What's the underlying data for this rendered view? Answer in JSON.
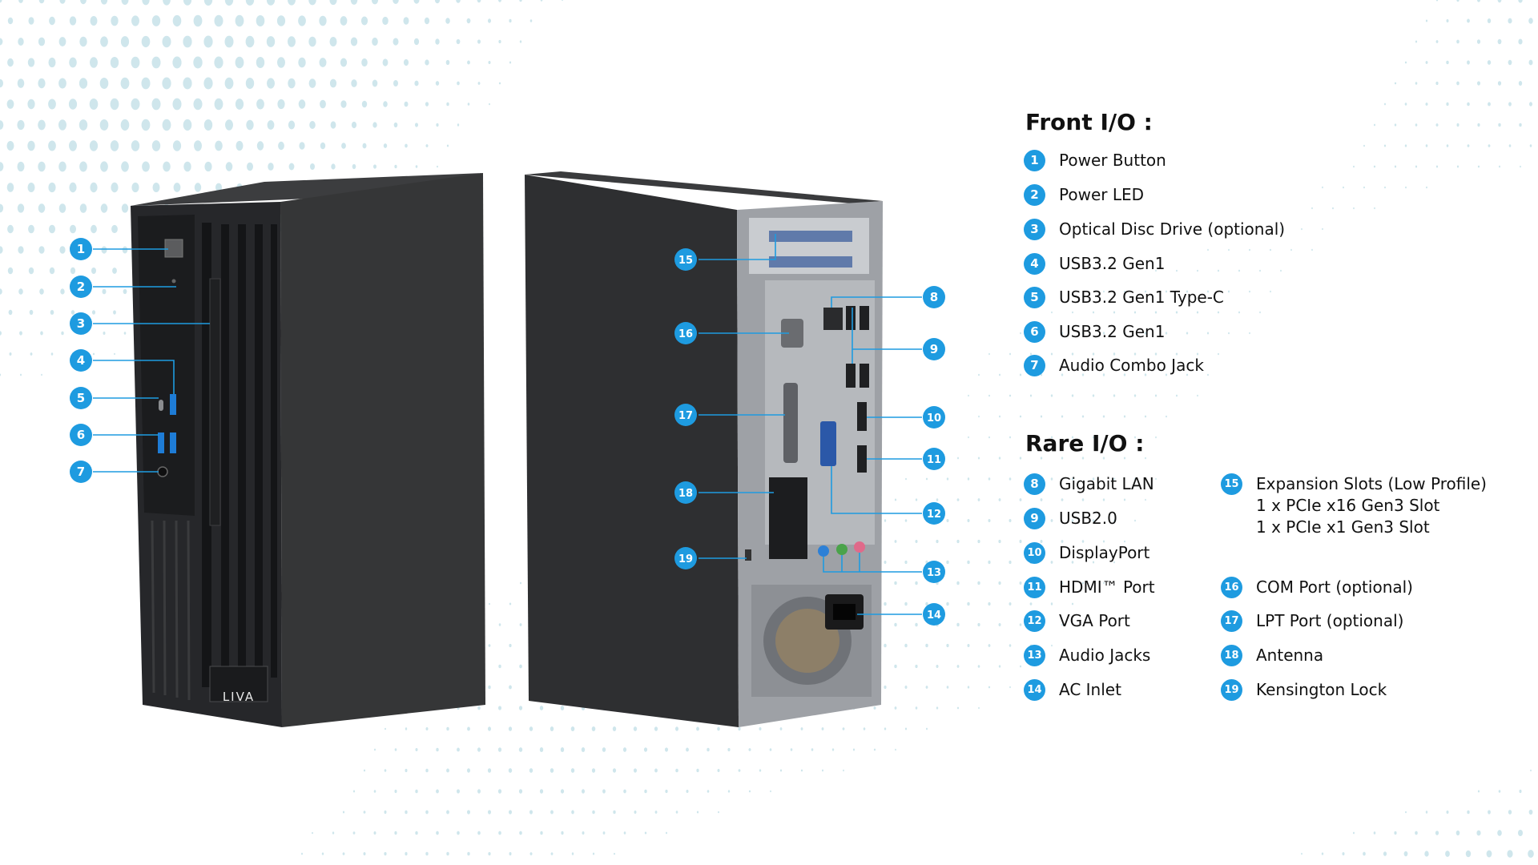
{
  "front_io": {
    "title": "Front I/O :",
    "items": [
      {
        "num": "1",
        "label": "Power Button"
      },
      {
        "num": "2",
        "label": "Power LED"
      },
      {
        "num": "3",
        "label": "Optical Disc Drive (optional)"
      },
      {
        "num": "4",
        "label": "USB3.2 Gen1"
      },
      {
        "num": "5",
        "label": "USB3.2 Gen1 Type-C"
      },
      {
        "num": "6",
        "label": "USB3.2 Gen1"
      },
      {
        "num": "7",
        "label": "Audio Combo Jack"
      }
    ]
  },
  "rear_io": {
    "title": "Rare I/O :",
    "left_items": [
      {
        "num": "8",
        "label": "Gigabit LAN"
      },
      {
        "num": "9",
        "label": "USB2.0"
      },
      {
        "num": "10",
        "label": "DisplayPort"
      },
      {
        "num": "11",
        "label": "HDMI™ Port"
      },
      {
        "num": "12",
        "label": "VGA Port"
      },
      {
        "num": "13",
        "label": "Audio Jacks"
      },
      {
        "num": "14",
        "label": "AC Inlet"
      }
    ],
    "expansion": {
      "num": "15",
      "label": "Expansion Slots (Low Profile)",
      "lines": [
        "1 x PCIe x16 Gen3 Slot",
        "1 x PCIe x1 Gen3 Slot"
      ]
    },
    "right_items": [
      {
        "num": "16",
        "label": "COM Port (optional)"
      },
      {
        "num": "17",
        "label": "LPT Port (optional)"
      },
      {
        "num": "18",
        "label": "Antenna"
      },
      {
        "num": "19",
        "label": "Kensington Lock"
      }
    ]
  },
  "device": {
    "brand_logo": "LIVA"
  },
  "colors": {
    "accent": "#1e9be0",
    "dots": "#cfe6ec",
    "case_front": "#2a2b2c",
    "case_side": "#343536"
  }
}
